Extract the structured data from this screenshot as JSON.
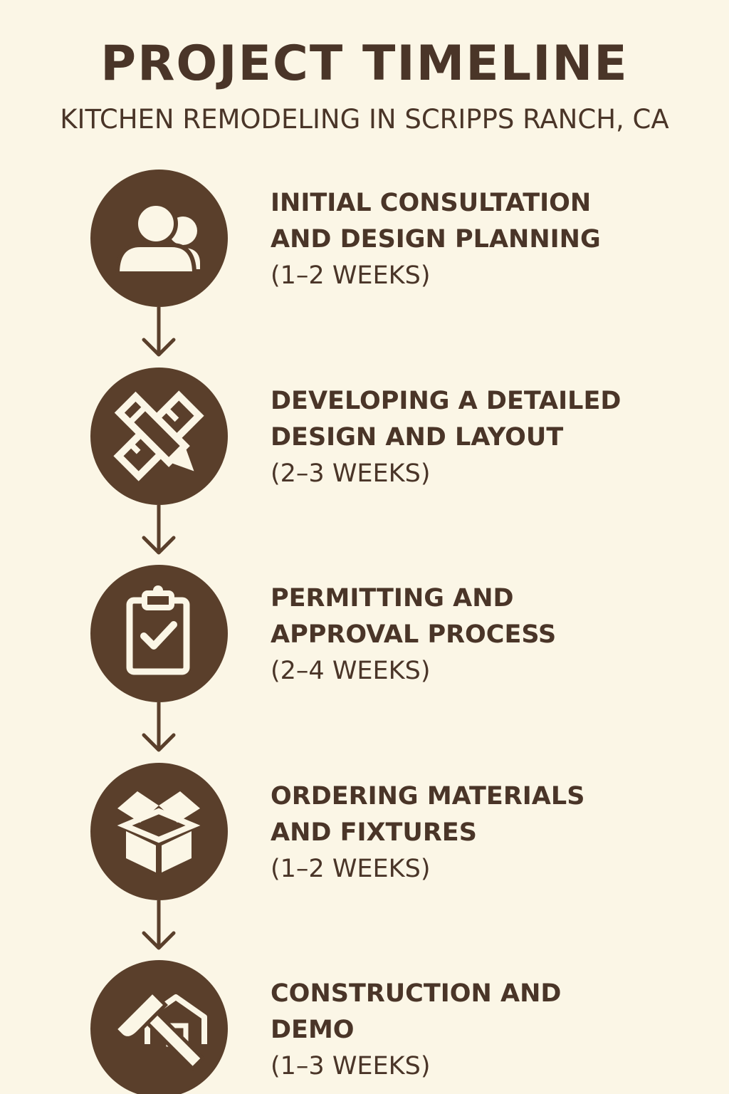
{
  "header": {
    "title": "PROJECT TIMELINE",
    "subtitle": "KITCHEN REMODELING IN SCRIPPS RANCH, CA"
  },
  "colors": {
    "background": "#fbf6e6",
    "circle": "#5a3f2b",
    "text": "#4a3528",
    "icon": "#fbf6e6"
  },
  "steps": [
    {
      "icon": "users-icon",
      "line1": "INITIAL CONSULTATION",
      "line2": "AND DESIGN PLANNING",
      "duration": "(1–2 WEEKS)"
    },
    {
      "icon": "ruler-pencil-icon",
      "line1": "DEVELOPING A DETAILED",
      "line2": "DESIGN AND LAYOUT",
      "duration": "(2–3 WEEKS)"
    },
    {
      "icon": "clipboard-check-icon",
      "line1": "PERMITTING AND",
      "line2": "APPROVAL PROCESS",
      "duration": "(2–4 WEEKS)"
    },
    {
      "icon": "open-box-icon",
      "line1": "ORDERING MATERIALS",
      "line2": "AND FIXTURES",
      "duration": "(1–2 WEEKS)"
    },
    {
      "icon": "hammer-house-icon",
      "line1": "CONSTRUCTION AND",
      "line2": "DEMO",
      "duration": "(1–3 WEEKS)"
    }
  ]
}
